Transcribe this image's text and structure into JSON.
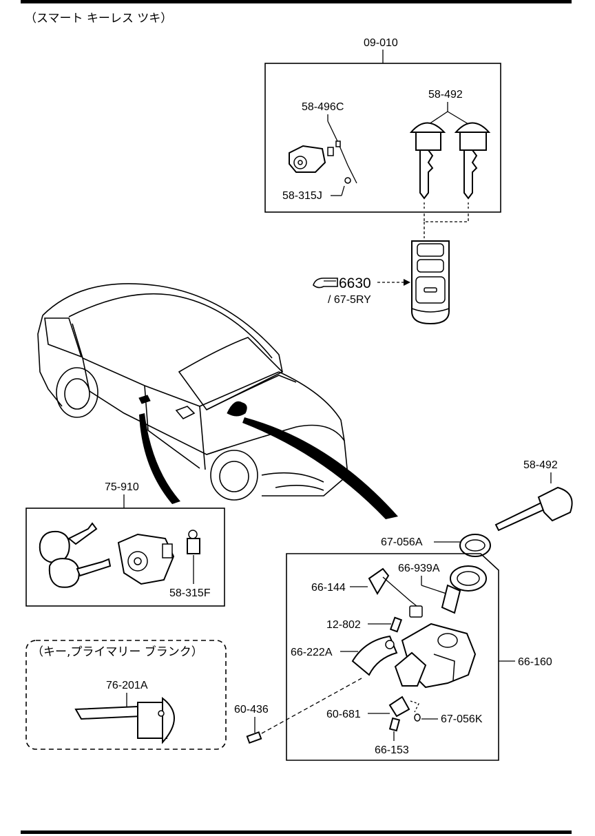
{
  "header": {
    "title": "（スマート キーレス ツキ）"
  },
  "sub_header": {
    "title": "（キー,プライマリー ブランク）"
  },
  "parts": {
    "p09010": "09-010",
    "p58492_top": "58-492",
    "p58496c": "58-496C",
    "p58315j": "58-315J",
    "p6630": "6630",
    "p675ry": "/ 67-5RY",
    "p75910": "75-910",
    "p58315f": "58-315F",
    "p58492_right": "58-492",
    "p67056a": "67-056A",
    "p66144": "66-144",
    "p66939a": "66-939A",
    "p12802": "12-802",
    "p66222a": "66-222A",
    "p66160": "66-160",
    "p60681": "60-681",
    "p67056k": "67-056K",
    "p66153": "66-153",
    "p60436": "60-436",
    "p76201a": "76-201A"
  },
  "icons": {
    "reference": "pointing-hand-icon"
  }
}
